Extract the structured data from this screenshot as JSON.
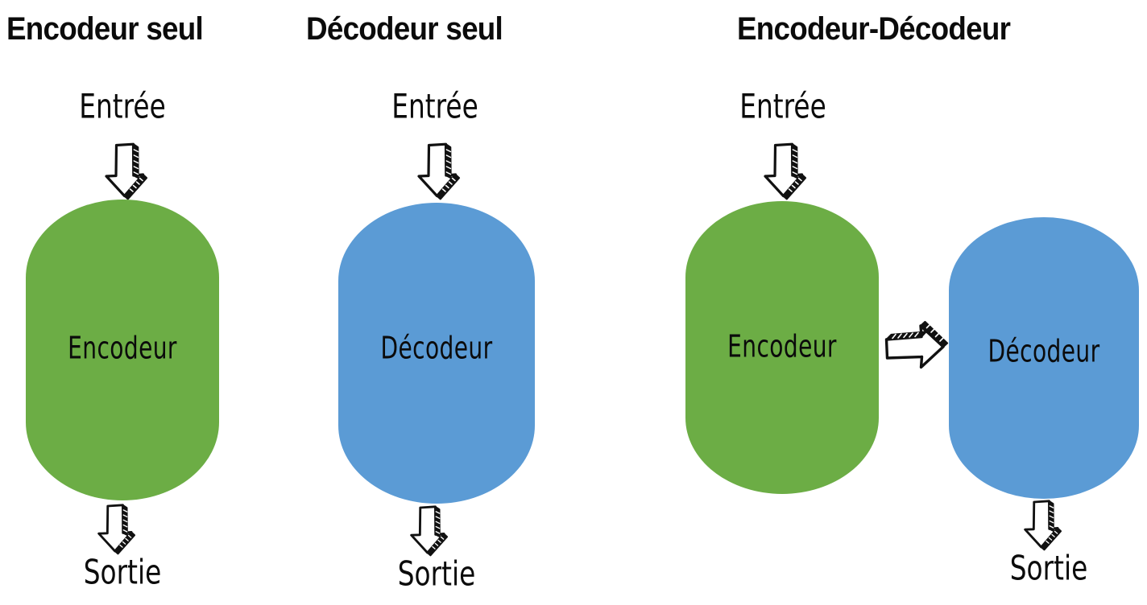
{
  "diagram": {
    "background_color": "#ffffff",
    "encoder_color": "#6cad45",
    "decoder_color": "#5b9bd5",
    "ink_color": "#0b0b0b"
  },
  "panels": [
    {
      "id": "encoder-only",
      "title": "Encodeur seul",
      "input_label": "Entrée",
      "output_label": "Sortie",
      "blocks": [
        {
          "id": "encoder",
          "label": "Encodeur",
          "color": "#6cad45"
        }
      ]
    },
    {
      "id": "decoder-only",
      "title": "Décodeur seul",
      "input_label": "Entrée",
      "output_label": "Sortie",
      "blocks": [
        {
          "id": "decoder",
          "label": "Décodeur",
          "color": "#5b9bd5"
        }
      ]
    },
    {
      "id": "encoder-decoder",
      "title": "Encodeur-Décodeur",
      "input_label": "Entrée",
      "output_label": "Sortie",
      "blocks": [
        {
          "id": "encoder",
          "label": "Encodeur",
          "color": "#6cad45"
        },
        {
          "id": "decoder",
          "label": "Décodeur",
          "color": "#5b9bd5"
        }
      ]
    }
  ],
  "arrows": [
    {
      "id": "p1-input-arrow",
      "direction": "down",
      "from": "Entrée",
      "to": "Encodeur"
    },
    {
      "id": "p1-output-arrow",
      "direction": "down",
      "from": "Encodeur",
      "to": "Sortie"
    },
    {
      "id": "p2-input-arrow",
      "direction": "down",
      "from": "Entrée",
      "to": "Décodeur"
    },
    {
      "id": "p2-output-arrow",
      "direction": "down",
      "from": "Décodeur",
      "to": "Sortie"
    },
    {
      "id": "p3-input-arrow",
      "direction": "down",
      "from": "Entrée",
      "to": "Encodeur"
    },
    {
      "id": "p3-bridge-arrow",
      "direction": "right",
      "from": "Encodeur",
      "to": "Décodeur"
    },
    {
      "id": "p3-output-arrow",
      "direction": "down",
      "from": "Décodeur",
      "to": "Sortie"
    }
  ]
}
